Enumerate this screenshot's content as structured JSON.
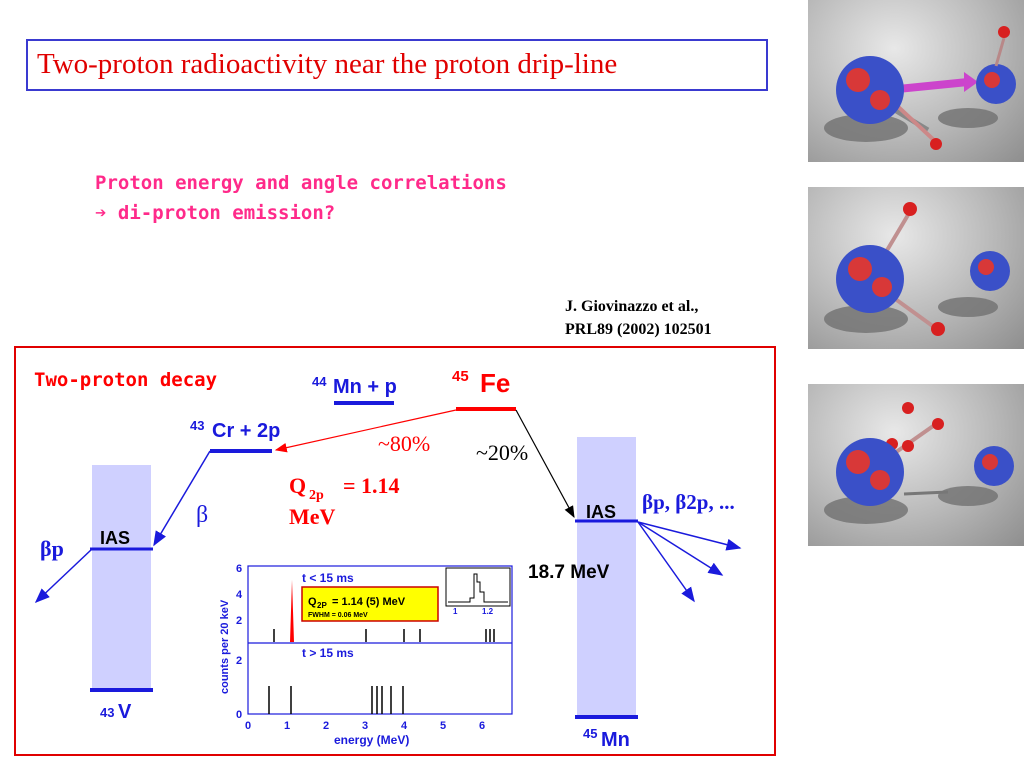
{
  "title": "Two-proton radioactivity near the proton drip-line",
  "subtitle_line1": "Proton energy and angle correlations",
  "subtitle_line2": "➔ di-proton emission?",
  "reference_line1": "J. Giovinazzo et al.,",
  "reference_line2": "PRL89 (2002) 102501",
  "diagram": {
    "heading": "Two-proton decay",
    "fe_mass": "45",
    "fe_symbol": "Fe",
    "mn_p_mass": "44",
    "mn_p_rest": "Mn + p",
    "cr_mass": "43",
    "cr_rest": "Cr + 2p",
    "v_mass": "43",
    "v_symbol": "V",
    "mn_mass": "45",
    "mn_symbol": "Mn",
    "pct_80": "~80%",
    "pct_20": "~20%",
    "q_label": "Q",
    "q_sub": "2p",
    "q_value": "= 1.14",
    "q_unit": "MeV",
    "beta": "β",
    "beta_p": "βp",
    "ias_left": "IAS",
    "ias_right": "IAS",
    "ias_energy": "18.7 MeV",
    "right_branches": "βp, β2p, ..."
  },
  "inset": {
    "ylabel": "counts per 20 keV",
    "xlabel": "energy (MeV)",
    "top_label": "t < 15 ms",
    "bottom_label": "t > 15 ms",
    "q_box_q": "Q",
    "q_box_sub": "2P",
    "q_box_value": "= 1.14 (5) MeV",
    "fwhm": "FWHM = 0.06 MeV",
    "top_yticks": [
      "2",
      "4",
      "6"
    ],
    "bottom_yticks": [
      "0",
      "2"
    ],
    "xticks": [
      "0",
      "1",
      "2",
      "3",
      "4",
      "5",
      "6"
    ],
    "mini_xticks": [
      "1",
      "1.2"
    ]
  },
  "colors": {
    "title_red": "#e00000",
    "subtitle_pink": "#ff2a8a",
    "level_blue": "#1a1adc",
    "band_lavender": "#cfd0ff",
    "peak_red": "#ff0000",
    "q_box_yellow": "#ffff00"
  }
}
